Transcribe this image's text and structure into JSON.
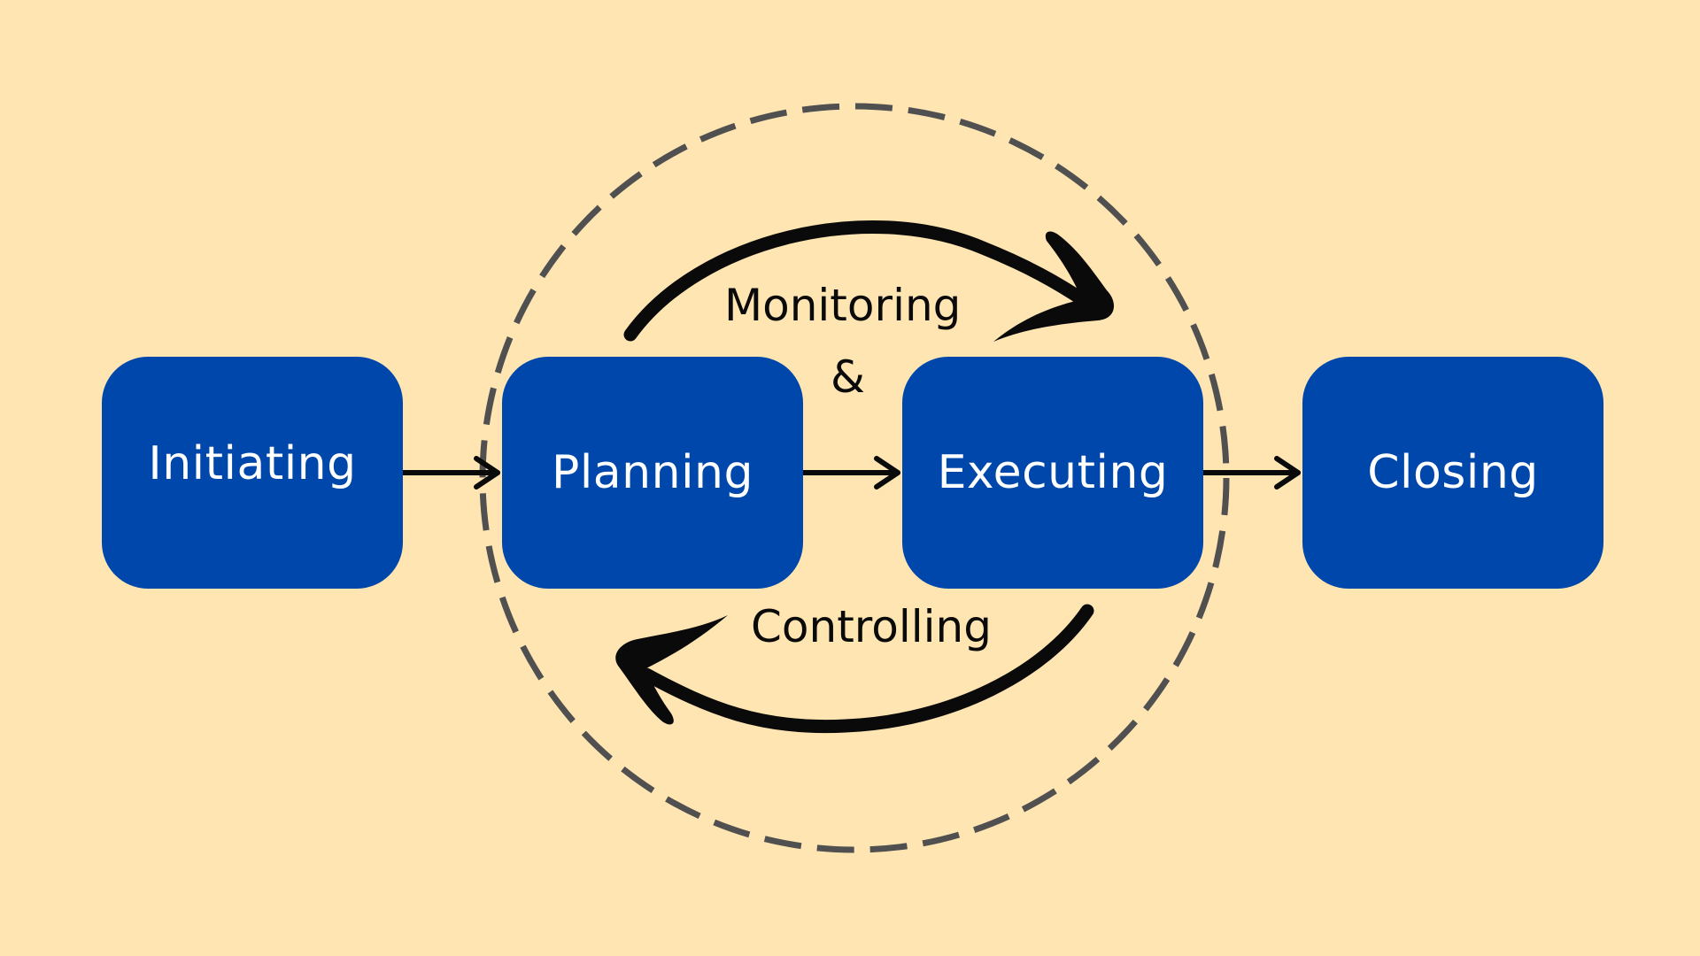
{
  "colors": {
    "background": "#FFE5B2",
    "box_fill": "#0047AB",
    "box_text": "#FFFFFF",
    "arrow": "#0A0A0A",
    "dashed_circle": "#505050"
  },
  "stages": [
    {
      "label": "Initiating"
    },
    {
      "label": "Planning"
    },
    {
      "label": "Executing"
    },
    {
      "label": "Closing"
    }
  ],
  "cycle": {
    "top_label": "Monitoring",
    "connector": "&",
    "bottom_label": "Controlling"
  }
}
